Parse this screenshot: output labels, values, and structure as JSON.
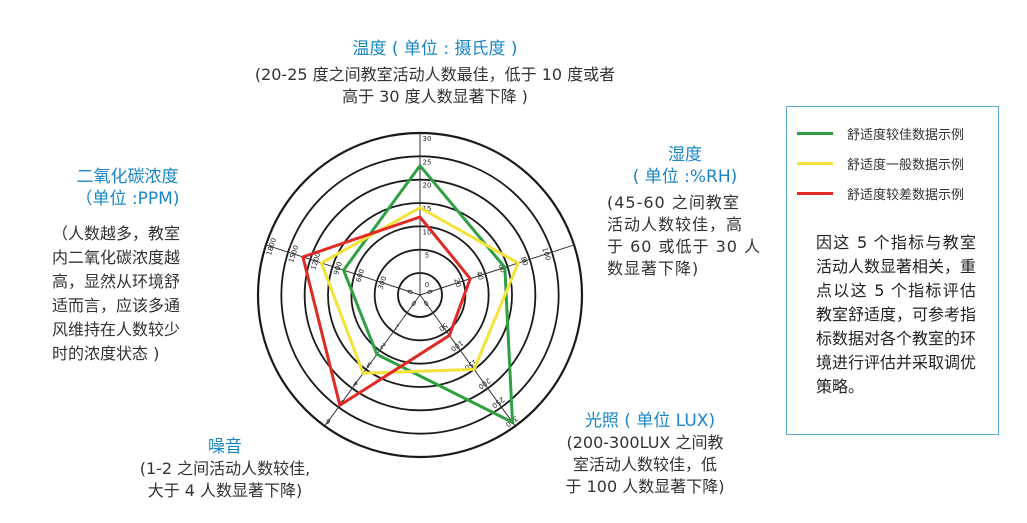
{
  "chart_data": {
    "type": "radar",
    "axes": [
      {
        "key": "temperature",
        "title": "温度 ( 单位 : 摄氏度 )",
        "desc": "(20-25 度之间教室活动人数最佳，低于 10 度或者\n高于 30 度人数显著下降 )",
        "ticks": [
          "0",
          "5",
          "10",
          "15",
          "20",
          "25",
          "30"
        ],
        "max": 30
      },
      {
        "key": "humidity",
        "title": "湿度\n( 单位 :%RH)",
        "desc": "(45-60 之间教室\n活动人数较佳，高\n于 60 或低于 30 人\n数显著下降)",
        "ticks": [
          "0",
          "20",
          "40",
          "60",
          "80",
          "100"
        ],
        "max": 100
      },
      {
        "key": "light",
        "title": "光照 ( 单位 LUX)",
        "desc": "(200-300LUX 之间教\n室活动人数较佳，低\n于 100 人数显著下降)",
        "ticks": [
          "0",
          "50",
          "100",
          "150",
          "200",
          "250",
          "300"
        ],
        "max": 300
      },
      {
        "key": "noise",
        "title": "噪音",
        "desc": "(1-2 之间活动人数较佳,\n大于 4 人数显著下降)",
        "ticks": [
          "0",
          "1",
          "2",
          "3",
          "4",
          "5",
          "6"
        ],
        "max": 6
      },
      {
        "key": "co2",
        "title": "二氧化碳浓度\n（单位 :PPM)",
        "desc": "（人数越多，教室\n内二氧化碳浓度越\n高，显然从环境舒\n适而言，应该多通\n风维持在人数较少\n时的浓度状态 )",
        "ticks": [
          "0",
          "300",
          "600",
          "900",
          "1200",
          "1500",
          "1800"
        ],
        "max": 1800
      }
    ],
    "series": [
      {
        "name": "舒适度较佳数据示例",
        "color": "#2ea043",
        "values": [
          23,
          48,
          290,
          2.2,
          750
        ]
      },
      {
        "name": "舒适度一般数据示例",
        "color": "#f2e23a",
        "values": [
          14,
          58,
          150,
          3.2,
          1050
        ]
      },
      {
        "name": "舒适度较差数据示例",
        "color": "#e02a26",
        "values": [
          12,
          22,
          60,
          4.9,
          1300
        ]
      }
    ]
  },
  "note": "因这 5 个指标与教室活动人数显著相关，重点以这 5 个指标评估教室舒适度，可参考指标数据对各个教室的环境进行评估并采取调优策略。"
}
